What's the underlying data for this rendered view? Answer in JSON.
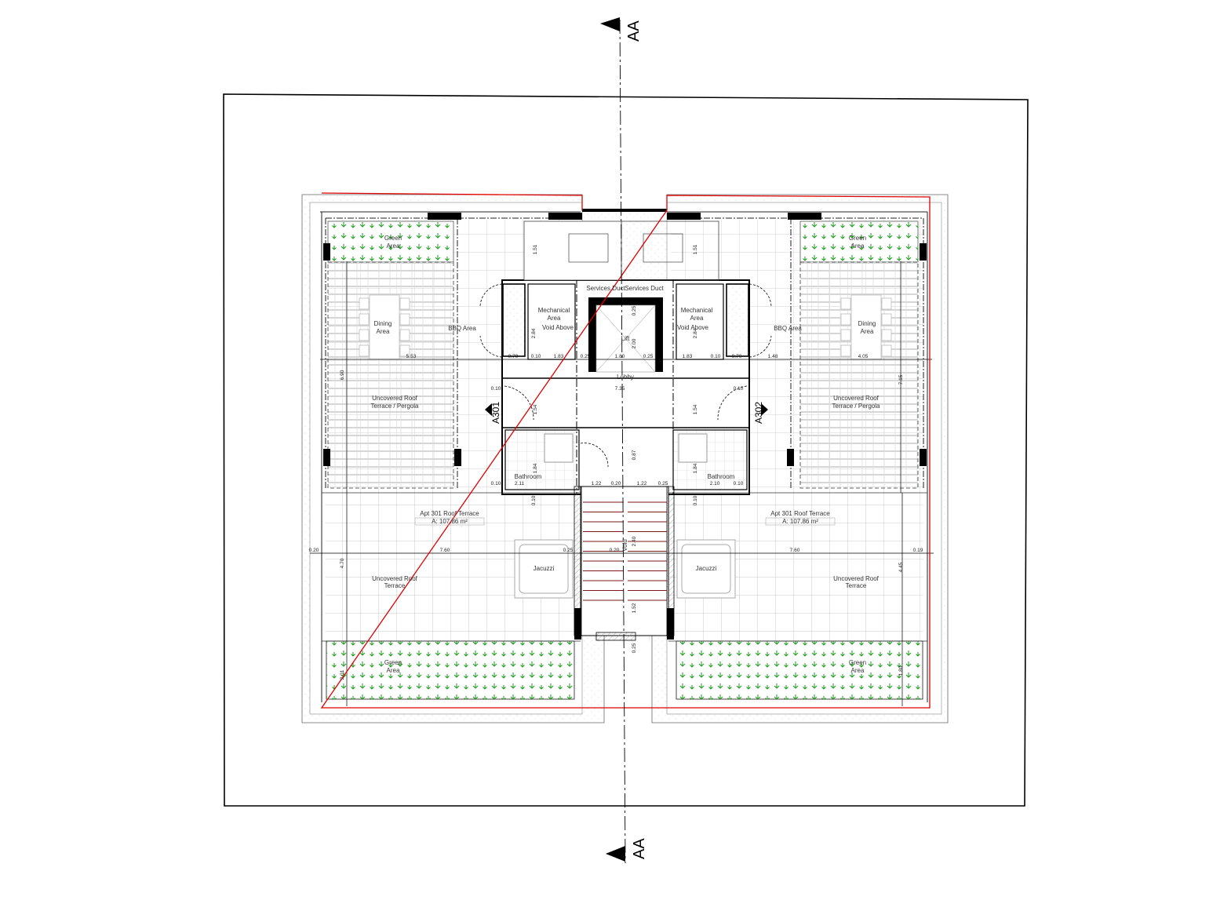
{
  "drawing": {
    "section_marker_top": "AA",
    "section_marker_bottom": "AA",
    "elevation_left": "A301",
    "elevation_right": "A302",
    "colors": {
      "boundary": "#e00000",
      "green": "#1a9a1a",
      "wall": "#000000",
      "tile": "#c8c8c8",
      "stair": "#7a1a1a"
    }
  },
  "rooms": {
    "green_tl": [
      "Green",
      "Area"
    ],
    "green_tr": [
      "Green",
      "Area"
    ],
    "green_bl": [
      "Green",
      "Area"
    ],
    "green_br": [
      "Green",
      "Area"
    ],
    "dining_l": [
      "Dining",
      "Area"
    ],
    "dining_r": [
      "Dining",
      "Area"
    ],
    "bbq_l": "BBQ Area",
    "bbq_r": "BBQ Area",
    "pergola_l": [
      "Uncovered Roof",
      "Terrace / Pergola"
    ],
    "pergola_r": [
      "Uncovered Roof",
      "Terrace / Pergola"
    ],
    "mech_l": [
      "Mechanical",
      "Area",
      "Void Above"
    ],
    "mech_r": [
      "Mechanical",
      "Area",
      "Void Above"
    ],
    "duct_l": "Services Duct",
    "duct_r": "Services Duct",
    "lift": "Lift",
    "lobby": "Lobby",
    "void": "Void",
    "bath_l": "Bathroom",
    "bath_r": "Bathroom",
    "terrace_l": {
      "name": "Apt 301 Roof Terrace",
      "area": "A: 107.86 m²"
    },
    "terrace_r": {
      "name": "Apt 301 Roof Terrace",
      "area": "A: 107.86 m²"
    },
    "jacuzzi_l": "Jacuzzi",
    "jacuzzi_r": "Jacuzzi",
    "uncovered_l": [
      "Uncovered Roof",
      "Terrace"
    ],
    "uncovered_r": [
      "Uncovered Roof",
      "Terrace"
    ]
  },
  "dimensions": [
    "5.53",
    "6.90",
    "0.70",
    "0.10",
    "1.83",
    "0.25",
    "1.80",
    "0.25",
    "1.83",
    "0.10",
    "0.70",
    "1.48",
    "4.05",
    "7.15",
    "7.35",
    "0.10",
    "0.10",
    "1.54",
    "1.54",
    "1.84",
    "1.84",
    "2.11",
    "2.10",
    "0.10",
    "0.10",
    "1.22",
    "0.20",
    "1.22",
    "0.25",
    "7.60",
    "7.60",
    "0.20",
    "0.25",
    "0.19",
    "4.70",
    "4.45",
    "2.01",
    "1.80",
    "2.40",
    "1.52",
    "0.25",
    "2.84",
    "2.84",
    "2.00",
    "0.25",
    "1.51",
    "1.51",
    "0.87",
    "0.10",
    "0.10",
    "0.20"
  ]
}
